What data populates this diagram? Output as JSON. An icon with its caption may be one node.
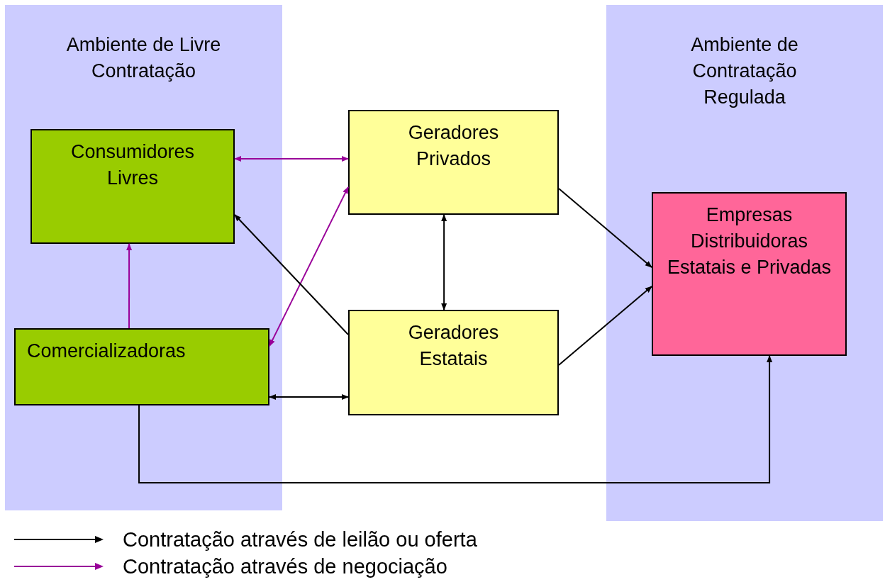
{
  "diagram": {
    "nodes": [
      {
        "text": [
          "Ambiente de Livre Contratação"
        ]
      },
      {
        "text": [
          "Consumidores Livres"
        ],
        "in": 0
      },
      {
        "text": [
          "Comercializadoras"
        ],
        "in": 0
      },
      {
        "text": [
          "Geradores Privados"
        ]
      },
      {
        "text": [
          "Geradores Estatais"
        ]
      },
      {
        "text": [
          "Ambiente de Contratação Regulada"
        ]
      },
      {
        "text": [
          "Empresas Distribuidoras Estatais e Privadas"
        ],
        "in": 5
      }
    ],
    "edges": [
      {
        "from": 1,
        "to": 3,
        "arrow": "both",
        "color": "#990099"
      },
      {
        "from": 2,
        "to": 1,
        "arrow": "to",
        "color": "#990099"
      },
      {
        "from": 2,
        "to": 3,
        "arrow": "both",
        "color": "#990099"
      },
      {
        "from": 4,
        "to": 1,
        "arrow": "to"
      },
      {
        "from": 3,
        "to": 4,
        "arrow": "both"
      },
      {
        "from": 2,
        "to": 4,
        "arrow": "both"
      },
      {
        "from": 3,
        "to": 6,
        "arrow": "to"
      },
      {
        "from": 4,
        "to": 6,
        "arrow": "to"
      },
      {
        "from": 2,
        "to": 6,
        "arrow": "to"
      }
    ],
    "legend": [
      {
        "text": "Contratação através de leilão ou oferta"
      },
      {
        "text": "Contratação através de negociação"
      }
    ]
  }
}
